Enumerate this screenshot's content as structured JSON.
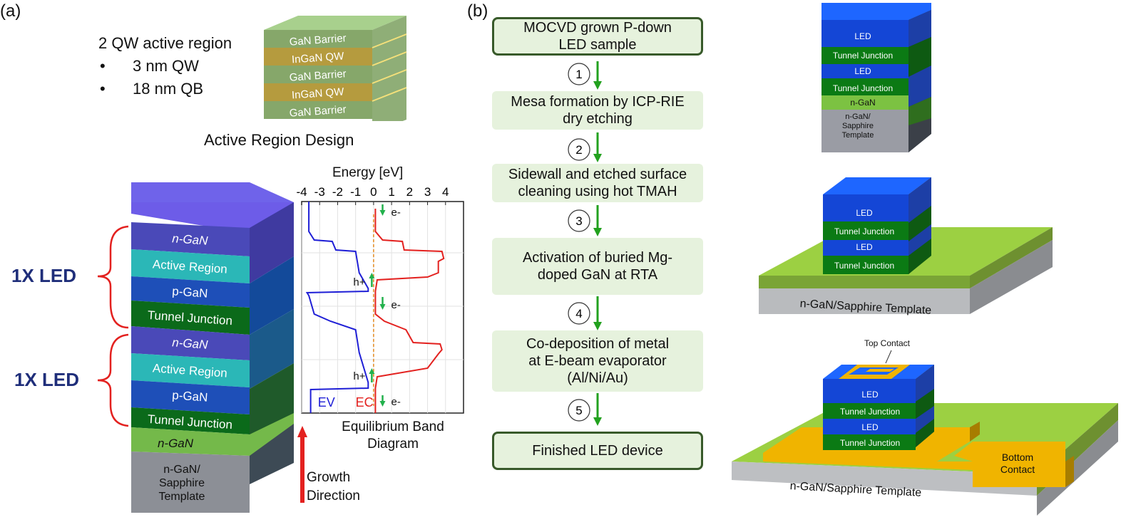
{
  "panel_a": {
    "label": "(a)",
    "qw_title": "2 QW active region",
    "qw_bullets": [
      "3 nm QW",
      "18 nm QB"
    ],
    "active_layers": [
      "GaN Barrier",
      "InGaN QW",
      "GaN Barrier",
      "InGaN QW",
      "GaN Barrier"
    ],
    "active_caption": "Active Region Design",
    "stack_layers": [
      "n-GaN",
      "Active Region",
      "p-GaN",
      "Tunnel Junction",
      "n-GaN",
      "Active Region",
      "p-GaN",
      "Tunnel Junction",
      "n-GaN",
      "n-GaN/ Sapphire Template"
    ],
    "led_label_1": "1X LED",
    "led_label_2": "1X LED",
    "growth_label": "Growth Direction",
    "band": {
      "axis_title": "Energy [eV]",
      "ticks": [
        "-4",
        "-3",
        "-2",
        "-1",
        "0",
        "1",
        "2",
        "3",
        "4"
      ],
      "electron_label": "e-",
      "hole_label": "h+",
      "ev_label": "EV",
      "ec_label": "EC",
      "caption": "Equilibrium Band Diagram",
      "colors": {
        "ev": "#1f1fd6",
        "ec": "#e3211f",
        "arrow": "#22b14c"
      }
    }
  },
  "panel_b": {
    "label": "(b)",
    "steps": [
      "MOCVD grown P-down LED sample",
      "Mesa formation by ICP-RIE dry etching",
      "Sidewall and etched surface cleaning using hot TMAH",
      "Activation of buried Mg-doped GaN at RTA",
      "Co-deposition of metal at E-beam evaporator (Al/Ni/Au)",
      "Finished LED device"
    ],
    "step_numbers": [
      "1",
      "2",
      "3",
      "4",
      "5"
    ],
    "stack1_layers": [
      "LED",
      "Tunnel Junction",
      "LED",
      "Tunnel Junction",
      "n-GaN",
      "n-GaN/ Sapphire Template"
    ],
    "stack2_layers": [
      "LED",
      "Tunnel Junction",
      "LED",
      "Tunnel Junction"
    ],
    "stack2_base": "n-GaN/Sapphire Template",
    "stack3_layers": [
      "LED",
      "Tunnel Junction",
      "LED",
      "Tunnel Junction"
    ],
    "stack3_base": "n-GaN/Sapphire Template",
    "top_contact": "Top Contact",
    "bottom_contact": "Bottom Contact"
  }
}
